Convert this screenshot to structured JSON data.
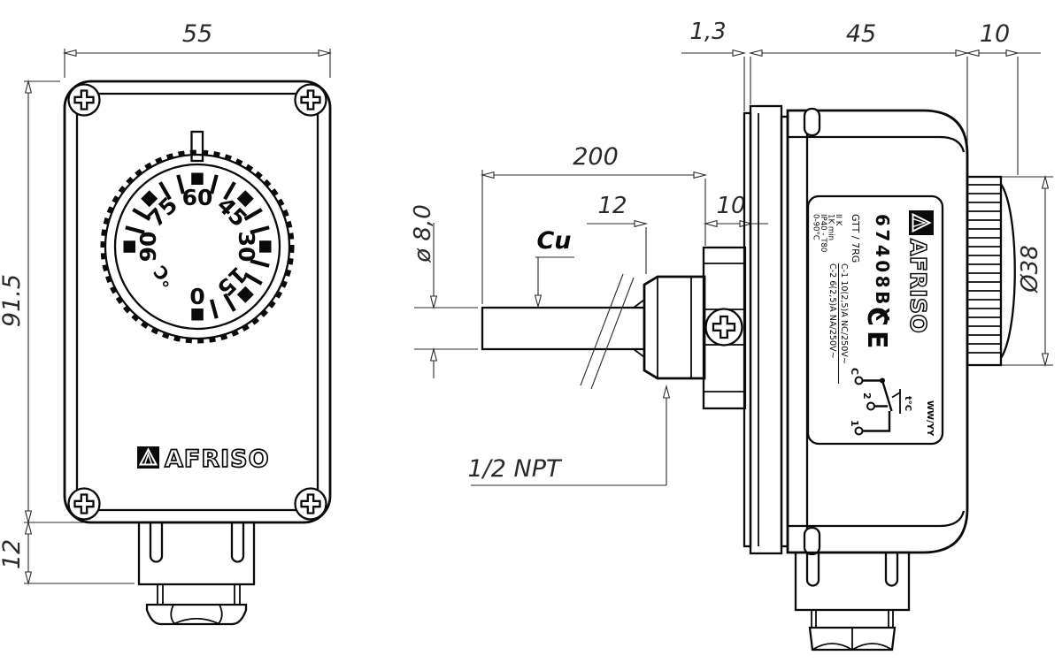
{
  "drawing": {
    "front": {
      "dim_width": "55",
      "dim_height": "91.5",
      "dim_gland_height": "12",
      "brand": "AFRISO",
      "dial": {
        "unit": "°C",
        "numbers": [
          "60",
          "45",
          "30",
          "15",
          "0",
          "90",
          "75"
        ]
      }
    },
    "side": {
      "dim_plate_thickness": "1,3",
      "dim_body_depth": "45",
      "dim_knob_depth": "10",
      "dim_probe_length": "200",
      "dim_hex_length": "12",
      "dim_pocket_depth": "10",
      "probe_material": "Cu",
      "probe_diameter": "ø 8,0",
      "thread": "1/2 NPT",
      "knob_diameter": "Ø38",
      "label": {
        "brand": "AFRISO",
        "model": "67408BX",
        "type": "GTT / 7RG",
        "specs": [
          "II K",
          "1K min",
          "IP40 - T80",
          "0-90°C"
        ],
        "contact1": "C-1 10(2,5)A NC/250V~",
        "contact2": "C-2  6(2,5)A NA/250V~",
        "ce_mark": "CE",
        "date_code": "WW/YY",
        "circuit": {
          "terminal_c": "C",
          "terminal_2": "2",
          "terminal_1": "1",
          "temp": "t°C"
        }
      }
    }
  }
}
